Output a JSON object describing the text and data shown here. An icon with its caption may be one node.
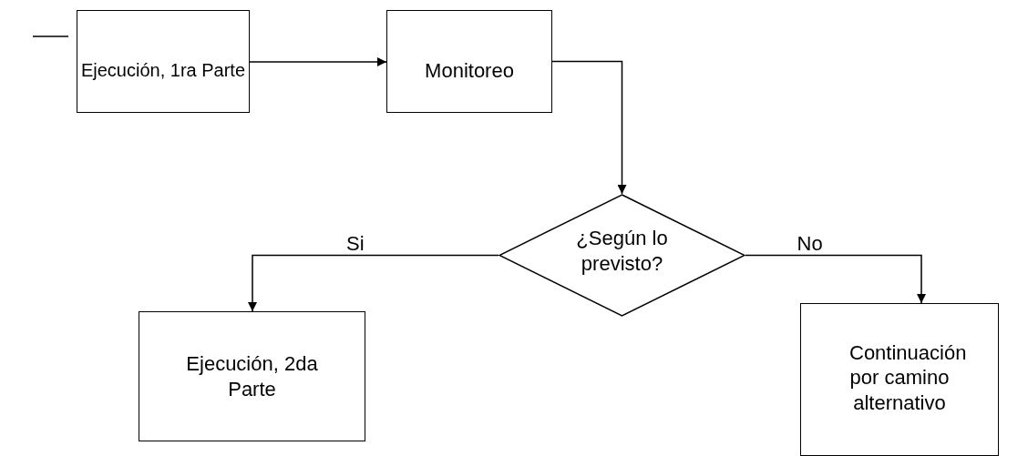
{
  "diagram": {
    "nodes": [
      {
        "text": [
          "Ejecución, 1ra Parte"
        ]
      },
      {
        "text": [
          "Monitoreo"
        ]
      },
      {
        "text": [
          "¿Según lo previsto?"
        ]
      },
      {
        "text": [
          "Ejecución, 2da Parte"
        ]
      },
      {
        "text": [
          "Continuación por camino alternativo"
        ]
      }
    ],
    "edges": [
      {
        "from": 0,
        "to": 1,
        "arrow": "to"
      },
      {
        "from": 1,
        "to": 2,
        "arrow": "to"
      },
      {
        "from": 2,
        "to": 3,
        "arrow": "to",
        "label": "Si"
      },
      {
        "from": 2,
        "to": 4,
        "arrow": "to",
        "label": "No"
      }
    ]
  }
}
